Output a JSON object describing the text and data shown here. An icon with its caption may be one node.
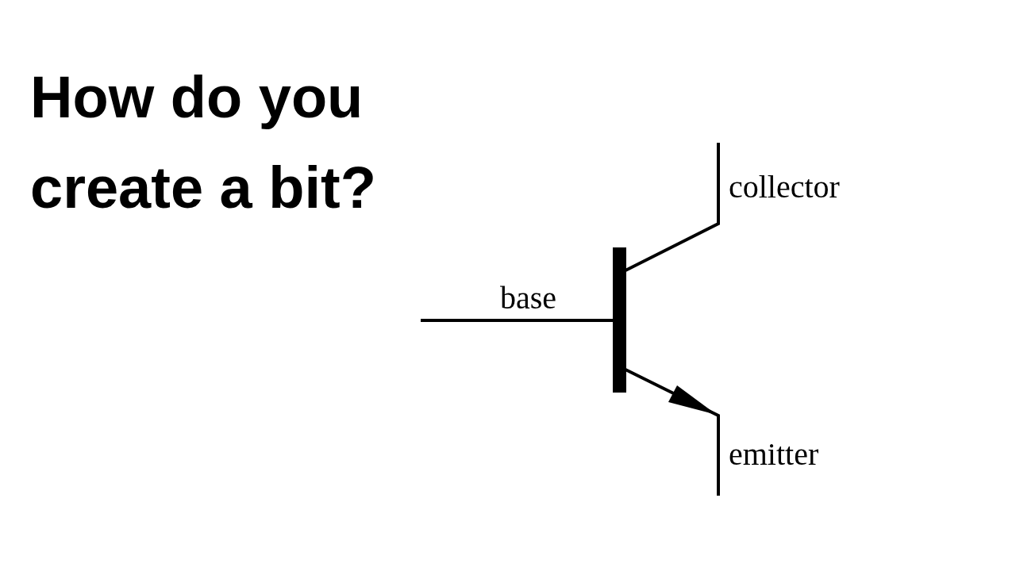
{
  "diagram": {
    "title": "How do you create a bit?",
    "labels": [
      "collector",
      "base",
      "emitter"
    ]
  }
}
